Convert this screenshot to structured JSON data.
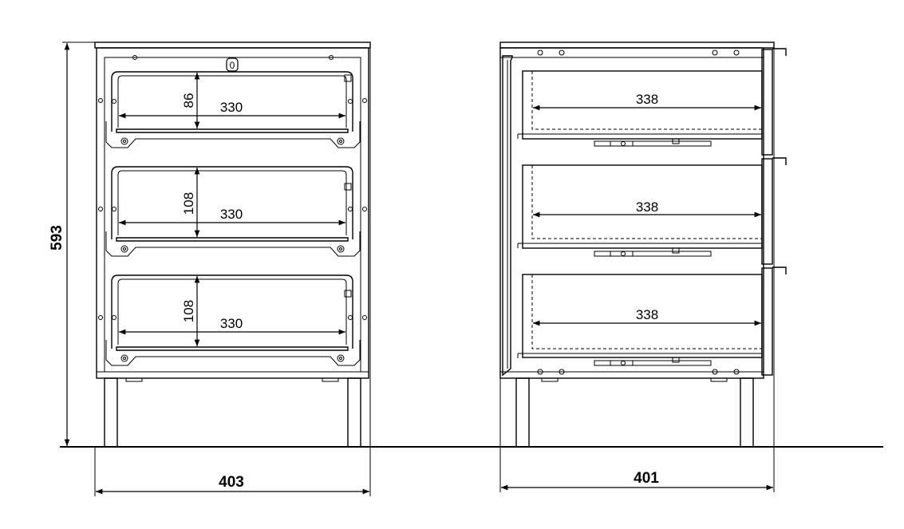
{
  "front_view": {
    "overall_width": "403",
    "overall_height": "593",
    "drawers": [
      {
        "depth_label": "86",
        "width_label": "330"
      },
      {
        "depth_label": "108",
        "width_label": "330"
      },
      {
        "depth_label": "108",
        "width_label": "330"
      }
    ],
    "lock_label": "0"
  },
  "side_view": {
    "overall_depth": "401",
    "drawers": [
      {
        "length_label": "338"
      },
      {
        "length_label": "338"
      },
      {
        "length_label": "338"
      }
    ]
  },
  "colors": {
    "line": "#000000",
    "background": "#ffffff"
  }
}
